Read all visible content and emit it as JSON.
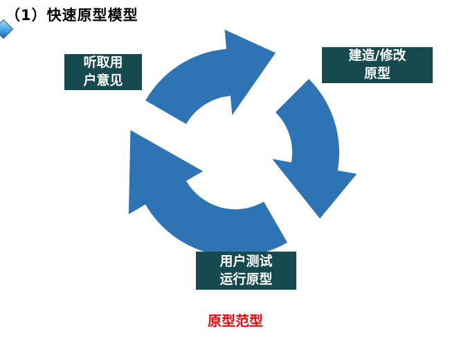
{
  "title": {
    "text": "（1）快速原型模型"
  },
  "icons": {
    "bullet": "diamond-bullet"
  },
  "diagram": {
    "type": "cycle",
    "direction": "clockwise",
    "caption": "原型范型",
    "nodes": [
      {
        "id": "listen",
        "label": "听取用\n户意见"
      },
      {
        "id": "build",
        "label": "建造/修改\n原型"
      },
      {
        "id": "test",
        "label": "用户测试\n运行原型"
      }
    ],
    "colors": {
      "node_bg": "#164a4f",
      "node_text": "#ffffff",
      "arrow": "#2e74b5",
      "caption": "#ee0000",
      "title": "#000000"
    }
  }
}
